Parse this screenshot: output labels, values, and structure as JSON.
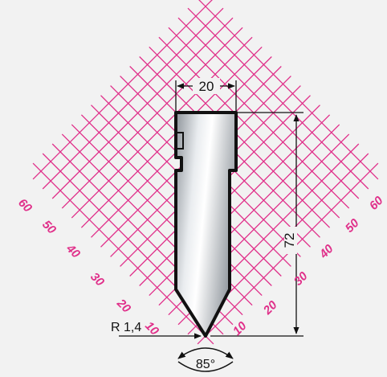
{
  "dimensions": {
    "width": "20",
    "height": "72",
    "radius": "R 1,4",
    "angle": "85°"
  },
  "scale_left": [
    "60",
    "50",
    "40",
    "30",
    "20",
    "10"
  ],
  "scale_right": [
    "10",
    "20",
    "30",
    "40",
    "50",
    "60"
  ],
  "colors": {
    "grid": "#e0308a",
    "outline": "#111111",
    "background": "#f2f2f2"
  }
}
